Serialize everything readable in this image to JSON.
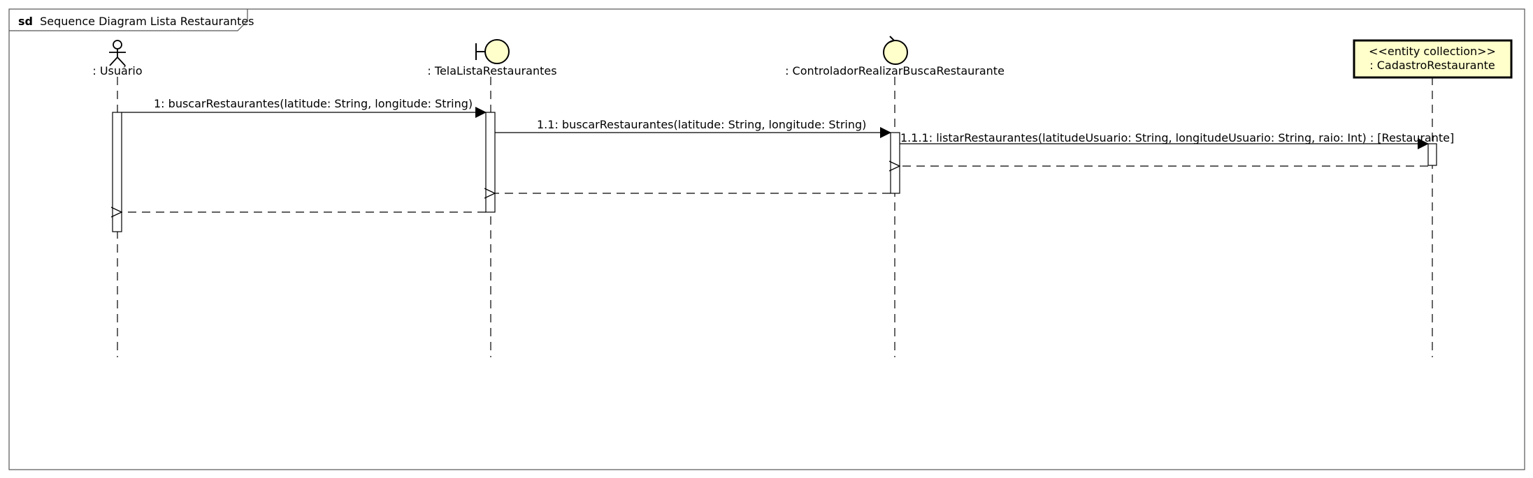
{
  "frame": {
    "keyword": "sd",
    "title": "Sequence Diagram Lista Restaurantes"
  },
  "participants": [
    {
      "kind": "actor",
      "label": ": Usuário"
    },
    {
      "kind": "boundary",
      "label": ": TelaListaRestaurantes"
    },
    {
      "kind": "control",
      "label": ": ControladorRealizarBuscaRestaurante"
    },
    {
      "kind": "entity-collection",
      "stereotype": "<<entity collection>>",
      "label": ": CadastroRestaurante"
    }
  ],
  "messages": [
    {
      "from": 0,
      "to": 1,
      "type": "sync",
      "label": "1: buscarRestaurantes(latitude: String, longitude: String)"
    },
    {
      "from": 1,
      "to": 2,
      "type": "sync",
      "label": "1.1: buscarRestaurantes(latitude: String, longitude: String)"
    },
    {
      "from": 2,
      "to": 3,
      "type": "sync",
      "label": "1.1.1: listarRestaurantes(latitudeUsuario: String, longitudeUsuario: String, raio: Int) : [Restaurante]"
    },
    {
      "from": 3,
      "to": 2,
      "type": "return",
      "label": ""
    },
    {
      "from": 2,
      "to": 1,
      "type": "return",
      "label": ""
    },
    {
      "from": 1,
      "to": 0,
      "type": "return",
      "label": ""
    }
  ],
  "colors": {
    "participant_fill": "#ffffcc",
    "stroke": "#000000",
    "frame_stroke": "#555555"
  },
  "icons": {
    "actor": "stick-figure-icon",
    "boundary": "boundary-icon",
    "control": "control-icon"
  }
}
